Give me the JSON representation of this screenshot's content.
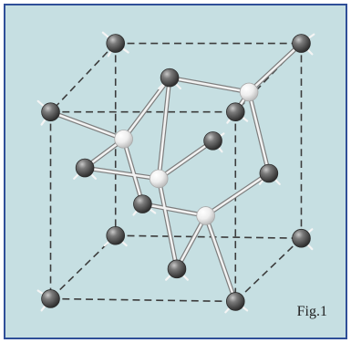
{
  "figure": {
    "label": "Fig.1"
  },
  "colors": {
    "border": "#2f4f98",
    "background": "#c6dfe2",
    "cube_edge": "#3c3c3c",
    "bond": "#f2f2f2",
    "bond_outline": "#7d7d7d",
    "dark_atom": "#4a4a4a",
    "light_atom": "#e9e9e9"
  },
  "lattice": {
    "unit_cell": "cube",
    "dark_atoms": 14,
    "light_atoms": 4,
    "bonds": 16
  }
}
